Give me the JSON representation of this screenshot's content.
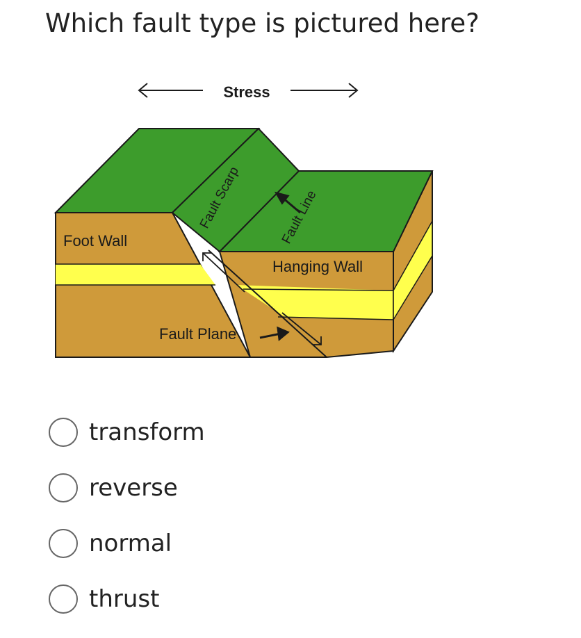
{
  "question": {
    "text": "Which fault type is pictured here?"
  },
  "diagram": {
    "stress_label": "Stress",
    "fault_scarp_label": "Fault Scarp",
    "fault_line_label": "Fault Line",
    "foot_wall_label": "Foot Wall",
    "hanging_wall_label": "Hanging Wall",
    "fault_plane_label": "Fault Plane",
    "colors": {
      "green": "#3d9c2c",
      "soil": "#cf9a3a",
      "yellow": "#ffff4d",
      "outline": "#1a1a1a"
    }
  },
  "options": [
    {
      "label": "transform",
      "selected": false
    },
    {
      "label": "reverse",
      "selected": false
    },
    {
      "label": "normal",
      "selected": false
    },
    {
      "label": "thrust",
      "selected": false
    }
  ]
}
